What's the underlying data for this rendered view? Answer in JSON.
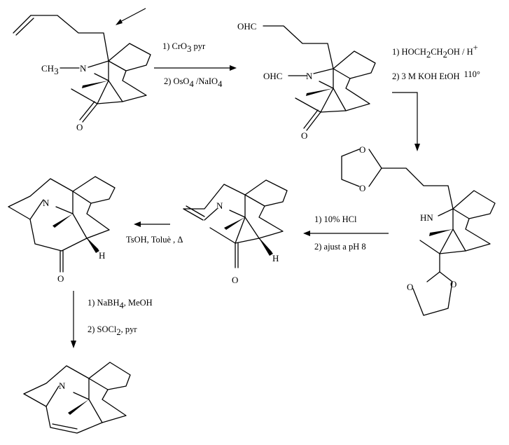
{
  "reagents": {
    "step1": {
      "line1": "1) CrO",
      "line1_sub": "3",
      "line1_tail": " pyr",
      "line2": "2) OsO",
      "line2_sub": "4",
      "line2_mid": " /NaIO",
      "line2_sub2": "4"
    },
    "step2": {
      "line1": "1)  HOCH",
      "line1_sub1": "2",
      "line1_mid": "CH",
      "line1_sub2": "2",
      "line1_tail": "OH / H",
      "line1_sup": "+",
      "line2": "2) 3 M KOH EtOH",
      "line2_tail": "110°"
    },
    "step3": {
      "line1": "1)  10% HCl",
      "line2": "2) ajust a pH 8"
    },
    "step4": {
      "line1": "TsOH, Toluè , Δ"
    },
    "step5": {
      "line1": "1)  NaBH",
      "line1_sub": "4",
      "line1_tail": ", MeOH",
      "line2": "2)  SOCl",
      "line2_sub": "2",
      "line2_tail": ", pyr"
    }
  },
  "atoms": {
    "ch3": "CH",
    "ch3_sub": "3",
    "n": "N",
    "o": "O",
    "h": "H",
    "ohc": "OHC",
    "hn": "HN"
  }
}
